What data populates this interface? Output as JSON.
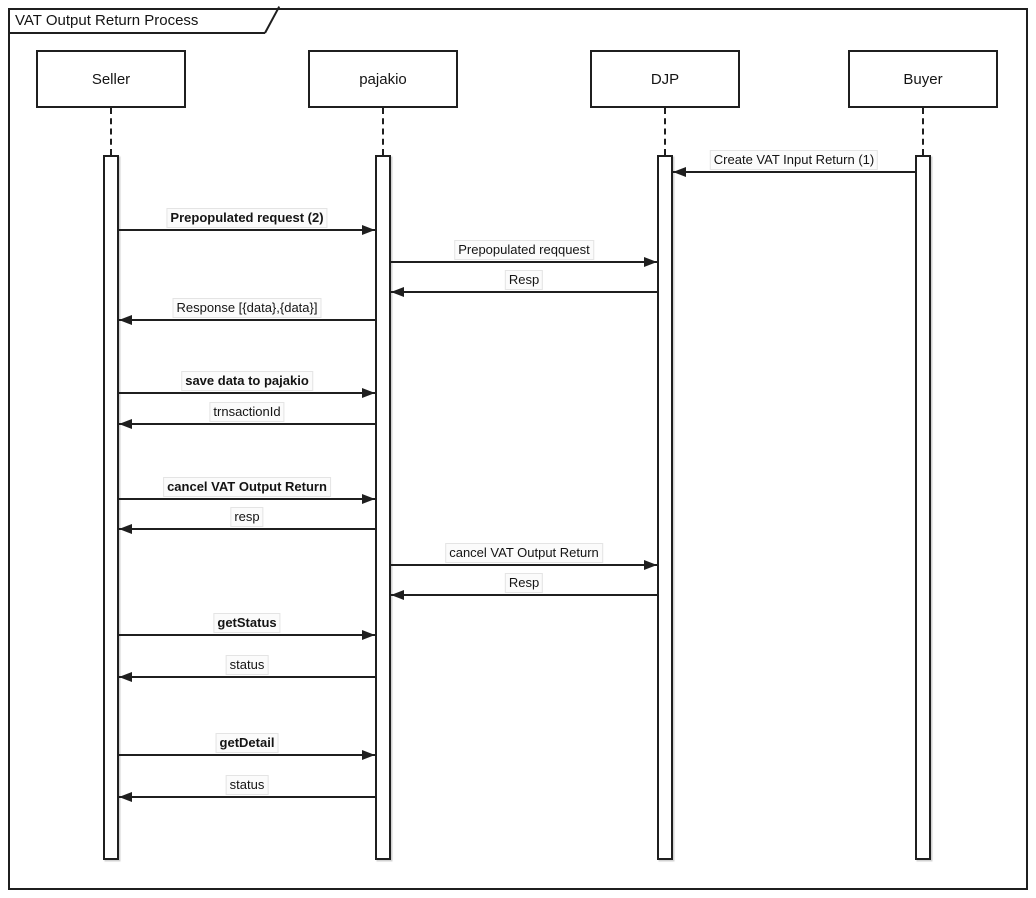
{
  "diagram": {
    "title": "VAT Output Return Process",
    "participants": [
      {
        "id": "seller",
        "label": "Seller"
      },
      {
        "id": "pajakio",
        "label": "pajakio"
      },
      {
        "id": "djp",
        "label": "DJP"
      },
      {
        "id": "buyer",
        "label": "Buyer"
      }
    ],
    "messages": [
      {
        "from": "buyer",
        "to": "djp",
        "label": "Create VAT Input Return (1)",
        "bold": false
      },
      {
        "from": "seller",
        "to": "pajakio",
        "label": "Prepopulated request (2)",
        "bold": true
      },
      {
        "from": "pajakio",
        "to": "djp",
        "label": "Prepopulated reqquest",
        "bold": false
      },
      {
        "from": "djp",
        "to": "pajakio",
        "label": "Resp",
        "bold": false
      },
      {
        "from": "pajakio",
        "to": "seller",
        "label": "Response [{data},{data}]",
        "bold": false
      },
      {
        "from": "seller",
        "to": "pajakio",
        "label": "save data to pajakio",
        "bold": true
      },
      {
        "from": "pajakio",
        "to": "seller",
        "label": "trnsactionId",
        "bold": false
      },
      {
        "from": "seller",
        "to": "pajakio",
        "label": "cancel VAT Output Return",
        "bold": true
      },
      {
        "from": "pajakio",
        "to": "seller",
        "label": "resp",
        "bold": false
      },
      {
        "from": "pajakio",
        "to": "djp",
        "label": "cancel VAT Output Return",
        "bold": false
      },
      {
        "from": "djp",
        "to": "pajakio",
        "label": "Resp",
        "bold": false
      },
      {
        "from": "seller",
        "to": "pajakio",
        "label": "getStatus",
        "bold": true
      },
      {
        "from": "pajakio",
        "to": "seller",
        "label": "status",
        "bold": false
      },
      {
        "from": "seller",
        "to": "pajakio",
        "label": "getDetail",
        "bold": true
      },
      {
        "from": "pajakio",
        "to": "seller",
        "label": "status",
        "bold": false
      }
    ],
    "colors": {
      "line": "#1f1f1f",
      "background": "#ffffff",
      "label_background": "#fbfbfb",
      "label_border": "#e4e4e4",
      "text": "#141414"
    }
  }
}
